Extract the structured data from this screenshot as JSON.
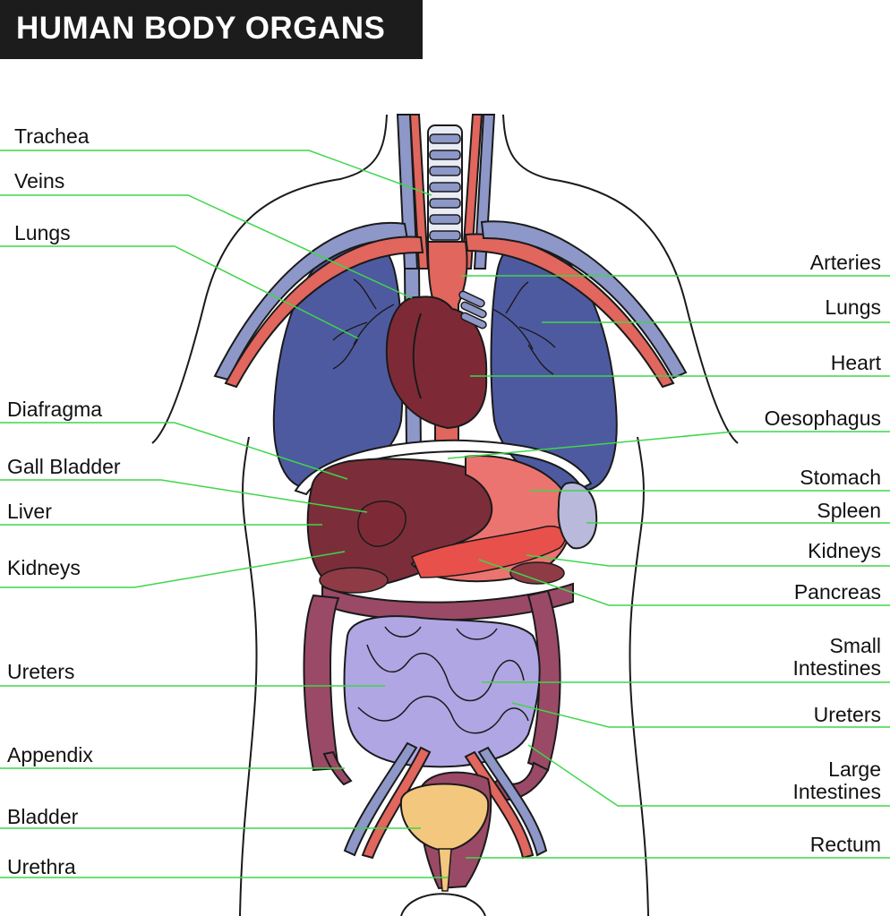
{
  "title": "HUMAN BODY ORGANS",
  "colors": {
    "leader_line": "#3fd64a",
    "outline": "#1a1a1a",
    "lung": "#4e5aa0",
    "heart": "#7e2a36",
    "artery": "#e0665e",
    "vein": "#8d97c8",
    "liver": "#7b2e3a",
    "stomach": "#ec7470",
    "pancreas": "#e8504c",
    "spleen": "#b8b9db",
    "small_intestine": "#b1a6e4",
    "large_intestine": "#9a4a66",
    "bladder": "#f3c77e",
    "title_bg": "#1c1c1c"
  },
  "labels_left": [
    {
      "id": "trachea",
      "text": "Trachea"
    },
    {
      "id": "veins",
      "text": "Veins"
    },
    {
      "id": "lungs-left",
      "text": "Lungs"
    },
    {
      "id": "diafragma",
      "text": "Diafragma"
    },
    {
      "id": "gall-bladder",
      "text": "Gall Bladder"
    },
    {
      "id": "liver",
      "text": "Liver"
    },
    {
      "id": "kidneys-left",
      "text": "Kidneys"
    },
    {
      "id": "ureters-left",
      "text": "Ureters"
    },
    {
      "id": "appendix",
      "text": "Appendix"
    },
    {
      "id": "bladder",
      "text": "Bladder"
    },
    {
      "id": "urethra",
      "text": "Urethra"
    }
  ],
  "labels_right": [
    {
      "id": "arteries",
      "text": "Arteries"
    },
    {
      "id": "lungs-right",
      "text": "Lungs"
    },
    {
      "id": "heart",
      "text": "Heart"
    },
    {
      "id": "oesophagus",
      "text": "Oesophagus"
    },
    {
      "id": "stomach",
      "text": "Stomach"
    },
    {
      "id": "spleen",
      "text": "Spleen"
    },
    {
      "id": "kidneys-right",
      "text": "Kidneys"
    },
    {
      "id": "pancreas",
      "text": "Pancreas"
    },
    {
      "id": "small-intestines",
      "lines": [
        "Small",
        "Intestines"
      ]
    },
    {
      "id": "ureters-right",
      "text": "Ureters"
    },
    {
      "id": "large-intestines",
      "lines": [
        "Large",
        "Intestines"
      ]
    },
    {
      "id": "rectum",
      "text": "Rectum"
    }
  ]
}
